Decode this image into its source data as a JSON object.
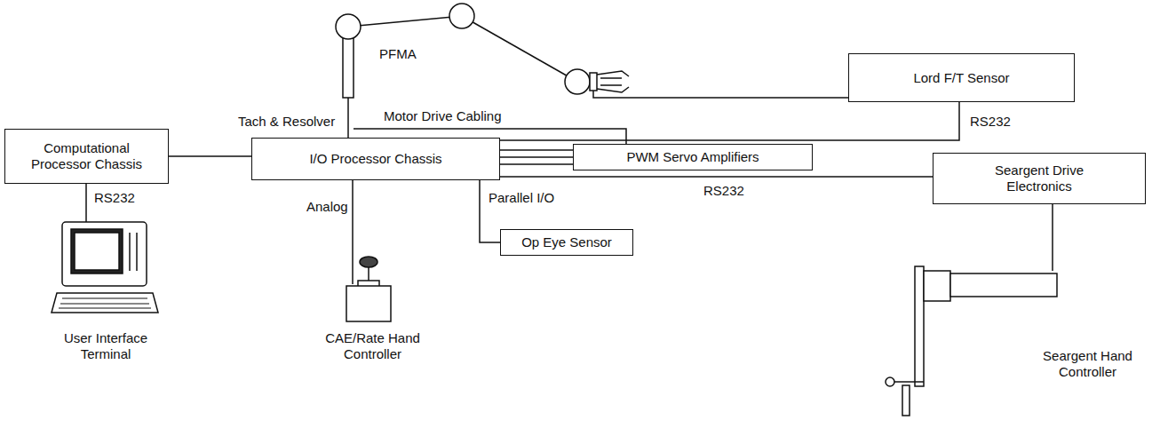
{
  "diagram": {
    "nodes": [
      {
        "text": [
          "Computational Processor Chassis"
        ]
      },
      {
        "text": [
          "I/O Processor Chassis"
        ]
      },
      {
        "text": [
          "PWM Servo Amplifiers"
        ]
      },
      {
        "text": [
          "Lord F/T Sensor"
        ]
      },
      {
        "text": [
          "Seargent Drive Electronics"
        ]
      },
      {
        "text": [
          "Op Eye Sensor"
        ]
      }
    ],
    "edges": [
      {
        "from": 0,
        "to": 1,
        "arrow": "none"
      },
      {
        "from": 1,
        "to": 2,
        "arrow": "none"
      },
      {
        "from": 1,
        "to": 2,
        "arrow": "none"
      },
      {
        "from": 1,
        "to": 2,
        "arrow": "none"
      },
      {
        "from": 1,
        "to": 3,
        "label": "RS232",
        "arrow": "none"
      },
      {
        "from": 1,
        "to": 4,
        "label": "RS232",
        "arrow": "none"
      },
      {
        "from": 1,
        "to": 5,
        "label": "Parallel I/O",
        "arrow": "none"
      }
    ],
    "labels": [
      "PFMA",
      "Tach & Resolver",
      "Motor Drive Cabling",
      "RS232",
      "Analog",
      "User Interface Terminal",
      "CAE/Rate Hand Controller",
      "Seargent Hand Controller"
    ]
  }
}
